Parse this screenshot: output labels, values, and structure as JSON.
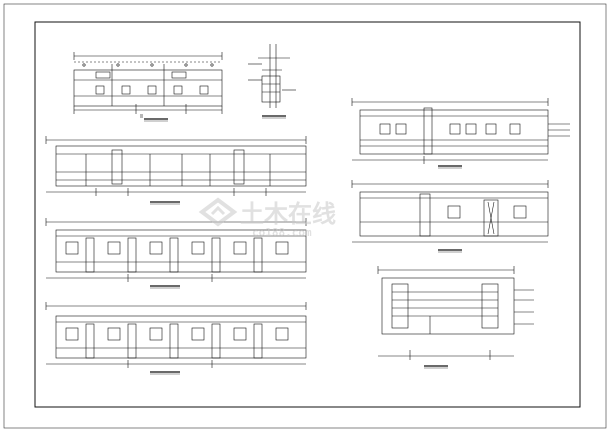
{
  "drawing": {
    "line_color": "#111111",
    "paper_color": "#ffffff",
    "watermark_color": "#c9c9c9"
  },
  "watermark": {
    "brand": "土木在线",
    "domain": "co188.com",
    "logo_icon": "diamond-house-logo-icon"
  },
  "views": [
    {
      "id": "top-left-elevation"
    },
    {
      "id": "top-section"
    },
    {
      "id": "left-elevation-1"
    },
    {
      "id": "left-elevation-2"
    },
    {
      "id": "left-elevation-3"
    },
    {
      "id": "right-elevation-1"
    },
    {
      "id": "right-elevation-2"
    },
    {
      "id": "right-detail"
    }
  ]
}
